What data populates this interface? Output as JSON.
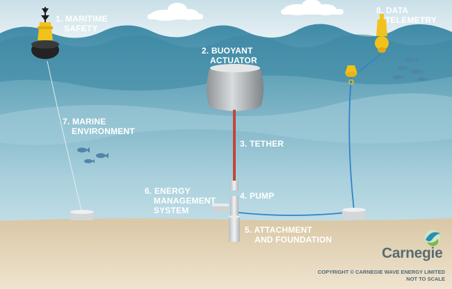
{
  "labels": {
    "maritime_safety": [
      "1. MARITIME",
      "SAFETY"
    ],
    "buoyant_actuator": [
      "2. BUOYANT",
      "ACTUATOR"
    ],
    "tether": [
      "3. TETHER"
    ],
    "pump": [
      "4. PUMP"
    ],
    "attachment": [
      "5. ATTACHMENT",
      "AND FOUNDATION"
    ],
    "energy_management": [
      "6. ENERGY",
      "MANAGEMENT",
      "SYSTEM"
    ],
    "marine_environment": [
      "7. MARINE",
      "ENVIRONMENT"
    ],
    "data_telemetry": [
      "8. DATA",
      "TELEMETRY"
    ]
  },
  "logo": {
    "name": "Carnegie"
  },
  "copyright": [
    "COPYRIGHT © CARNEGIE WAVE ENERGY LIMITED",
    "NOT TO SCALE"
  ],
  "colors": {
    "sky": "#e4eff3",
    "sea": "#8fc1d1",
    "sea_deep": "#5ea0b6",
    "seabed": "#e3d4ba",
    "buoy_yellow": "#f1c21b",
    "tether": "#c0463c",
    "cable": "#2f82c9"
  }
}
